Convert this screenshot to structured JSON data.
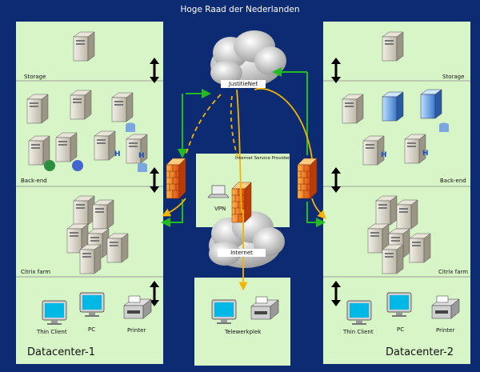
{
  "title": "Hoge Raad der Nederlanden",
  "left_datacenter": {
    "name": "Datacenter-1",
    "sections": {
      "storage": "Storage",
      "backend": "Back-end",
      "citrix": "Citrix farm"
    },
    "clients": [
      "Thin Client",
      "PC",
      "Printer"
    ]
  },
  "right_datacenter": {
    "name": "Datacenter-2",
    "sections": {
      "storage": "Storage",
      "backend": "Back-end",
      "citrix": "Citrix farm"
    },
    "clients": [
      "Thin Client",
      "PC",
      "Printer"
    ]
  },
  "center": {
    "justitienet": "JustitieNet",
    "isp": "Internet Service Provider",
    "vpn": "VPN",
    "internet": "Internet",
    "telework": "Telewerkplek"
  },
  "server_badge": "H",
  "colors": {
    "background": "#0d2b73",
    "panel": "#d8f5c8",
    "arrow_green": "#22bb22",
    "link_yellow": "#f4b400"
  }
}
